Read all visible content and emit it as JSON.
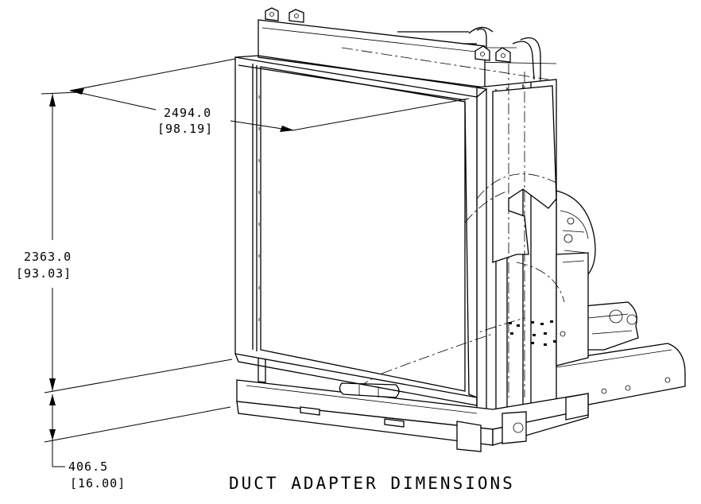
{
  "title": "DUCT ADAPTER DIMENSIONS",
  "dimensions": {
    "width_mm": "2494.0",
    "width_in": "[98.19]",
    "height_mm": "2363.0",
    "height_in": "[93.03]",
    "base_mm": "406.5",
    "base_in": "[16.00]"
  }
}
